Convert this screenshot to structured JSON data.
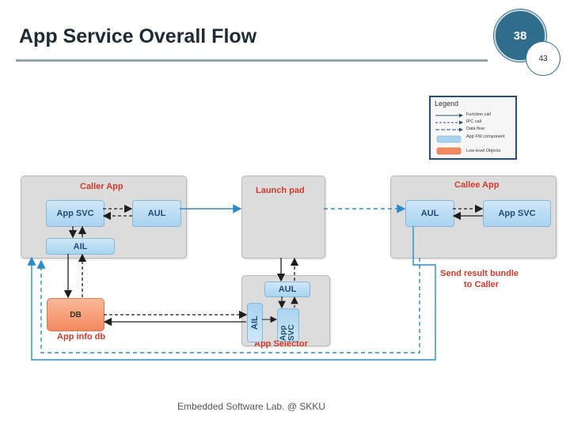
{
  "slide": {
    "title": "App Service Overall Flow",
    "page_number": "38",
    "total_pages": "43",
    "footer": "Embedded Software Lab. @ SKKU"
  },
  "legend": {
    "title": "Legend",
    "items": [
      {
        "label": "Function call"
      },
      {
        "label": "IPC call"
      },
      {
        "label": "Data flow"
      },
      {
        "label": "App FW component"
      },
      {
        "label": "Low-level Objects"
      }
    ],
    "colors": {
      "fw_component": "#a9d3f0",
      "low_level": "#f3895e"
    }
  },
  "caller": {
    "title": "Caller App",
    "app_svc": "App SVC",
    "aul": "AUL",
    "ail": "AIL"
  },
  "launchpad": {
    "title": "Launch pad"
  },
  "callee": {
    "title": "Callee App",
    "aul": "AUL",
    "app_svc": "App SVC"
  },
  "selector": {
    "title": "App Selector",
    "aul": "AUL",
    "ail": "AIL",
    "app_svc": "App SVC"
  },
  "db": {
    "label": "DB",
    "caption": "App info db"
  },
  "send_result": {
    "line1": "Send result bundle",
    "line2": "to Caller"
  },
  "colors": {
    "accent_red": "#d33a2c",
    "arrow_blue": "#2c8bc7",
    "title_blue": "#2f6d8a"
  }
}
